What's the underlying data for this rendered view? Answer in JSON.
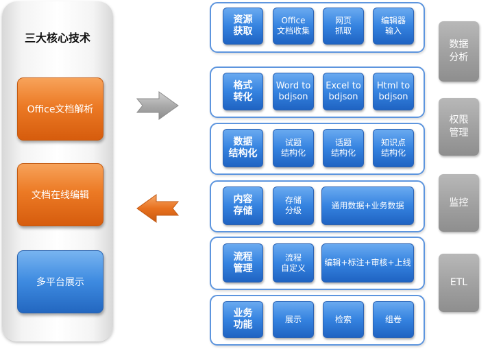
{
  "left_panel": {
    "title": "三大核心技术",
    "items": [
      {
        "label": "Office文档解析",
        "color": "#ec7a25"
      },
      {
        "label": "文档在线编辑",
        "color": "#ec7a25"
      },
      {
        "label": "多平台展示",
        "color": "#3d8ae0"
      }
    ]
  },
  "rows": [
    {
      "head": "资源\n获取",
      "items": [
        "Office\n文档收集",
        "网页\n抓取",
        "编辑器\n输入"
      ]
    },
    {
      "head": "格式\n转化",
      "items": [
        "Word to\nbdjson",
        "Excel to\nbdjson",
        "Html to\nbdjson"
      ]
    },
    {
      "head": "数据\n结构化",
      "items": [
        "试题\n结构化",
        "话题\n结构化",
        "知识点\n结构化"
      ]
    },
    {
      "head": "内容\n存储",
      "items": [
        "存储\n分级",
        "通用数据+业务数据"
      ]
    },
    {
      "head": "流程\n管理",
      "items": [
        "流程\n自定义",
        "编辑+标注+审核+上线"
      ]
    },
    {
      "head": "业务\n功能",
      "items": [
        "展示",
        "检索",
        "组卷"
      ]
    }
  ],
  "side_items": [
    "数据\n分析",
    "权限\n管理",
    "监控",
    "ETL"
  ],
  "colors": {
    "gray_arrow": "#a6a6a6",
    "orange_arrow": "#e8711f",
    "blue_button": "#3583e0",
    "side_gray": "#a2a2a2"
  }
}
